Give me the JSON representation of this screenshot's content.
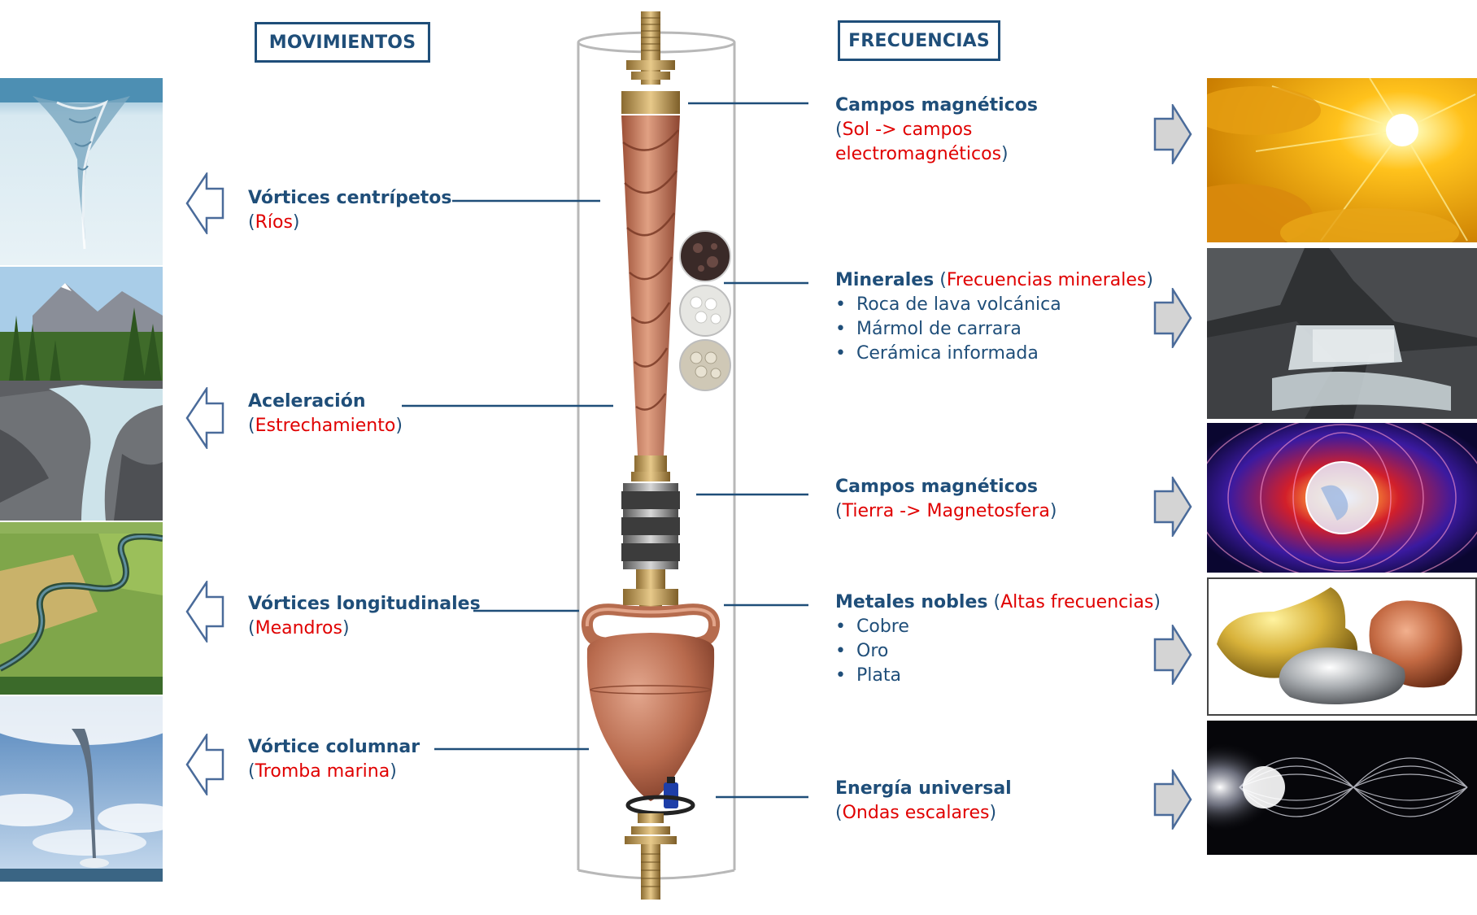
{
  "headers": {
    "left": "MOVIMIENTOS",
    "right": "FRECUENCIAS"
  },
  "movements": [
    {
      "title": "Vórtices centrípetos",
      "sub": "Ríos"
    },
    {
      "title": "Aceleración",
      "sub": "Estrechamiento"
    },
    {
      "title": "Vórtices longitudinales",
      "sub": "Meandros"
    },
    {
      "title": "Vórtice columnar",
      "sub": "Tromba marina"
    }
  ],
  "frequencies": [
    {
      "title": "Campos magnéticos",
      "sub": "Sol -> campos electromagnéticos",
      "sub_line1": "Sol -> campos",
      "sub_line2": "electromagnéticos"
    },
    {
      "title": "Minerales",
      "sub": "Frecuencias minerales",
      "items": [
        "Roca de lava volcánica",
        "Mármol de carrara",
        "Cerámica informada"
      ]
    },
    {
      "title": "Campos magnéticos",
      "sub": "Tierra -> Magnetosfera"
    },
    {
      "title": "Metales nobles",
      "sub": "Altas frecuencias",
      "items": [
        "Cobre",
        "Oro",
        "Plata"
      ]
    },
    {
      "title": "Energía universal",
      "sub": "Ondas escalares"
    }
  ],
  "icons": {
    "left_arrow": "hollow-left-arrow-icon",
    "right_arrow": "gray-right-arrow-icon"
  },
  "colors": {
    "accent": "#1f4e79",
    "subtitle": "#e00000",
    "copper": "#c87a5a"
  }
}
